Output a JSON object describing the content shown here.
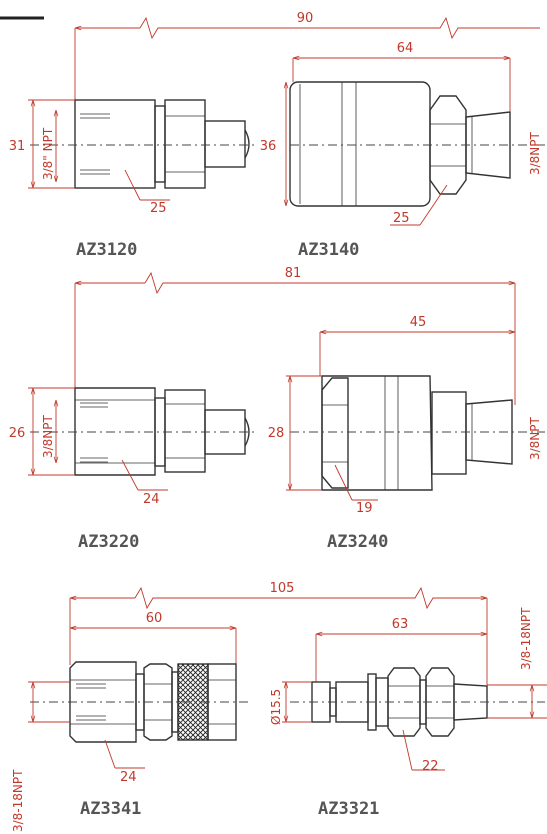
{
  "colors": {
    "dimension": "#c0392b",
    "outline": "#333333",
    "label": "#555555"
  },
  "row1": {
    "overall": "90",
    "left_model": "AZ3120",
    "right_model": "AZ3140",
    "right_length": "64",
    "left_height": "31",
    "left_thread": "3/8\" NPT",
    "left_wrench": "25",
    "right_height": "36",
    "right_thread": "3/8NPT",
    "right_wrench": "25"
  },
  "row2": {
    "overall": "81",
    "left_model": "AZ3220",
    "right_model": "AZ3240",
    "right_length": "45",
    "left_height": "26",
    "left_thread": "3/8NPT",
    "left_wrench": "24",
    "right_height": "28",
    "right_thread": "3/8NPT",
    "right_wrench": "19"
  },
  "row3": {
    "overall": "105",
    "left_model": "AZ3341",
    "right_model": "AZ3321",
    "left_length": "60",
    "right_length": "63",
    "left_thread": "3/8-18NPT",
    "left_wrench": "24",
    "right_diameter": "Ø15.5",
    "right_thread": "3/8-18NPT",
    "right_wrench": "22"
  }
}
